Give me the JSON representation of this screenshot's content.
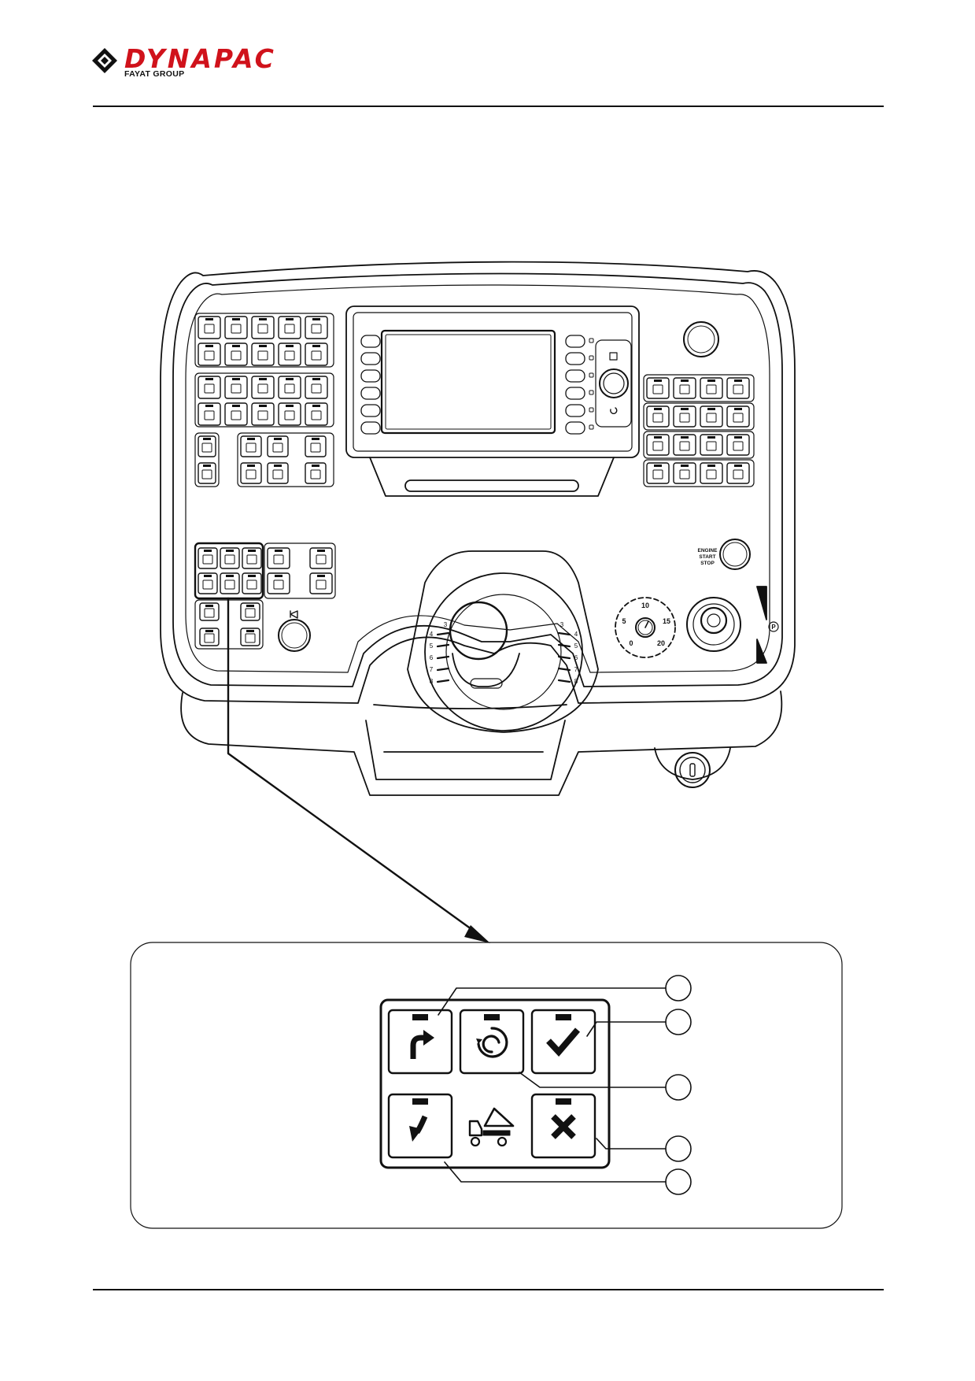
{
  "brand": {
    "name": "DYNAPAC",
    "group": "FAYAT GROUP",
    "color": "#d0121b"
  },
  "panel": {
    "engine_button_label": [
      "ENGINE",
      "START",
      "STOP"
    ],
    "dial_marks": [
      "10",
      "5",
      "15",
      "0",
      "20"
    ],
    "wheel_marks_left": [
      "4",
      "5",
      "6",
      "7",
      "8"
    ],
    "wheel_marks_right": [
      "4",
      "5",
      "6",
      "7",
      "8"
    ],
    "wheel_top_marks": [
      "3",
      "3"
    ],
    "parking_symbol": "P"
  },
  "detail": {
    "icons": [
      "arrow-up-right-icon",
      "swirl-icon",
      "check-icon",
      "arrow-down-left-icon",
      "dump-truck-icon",
      "cross-icon"
    ]
  }
}
